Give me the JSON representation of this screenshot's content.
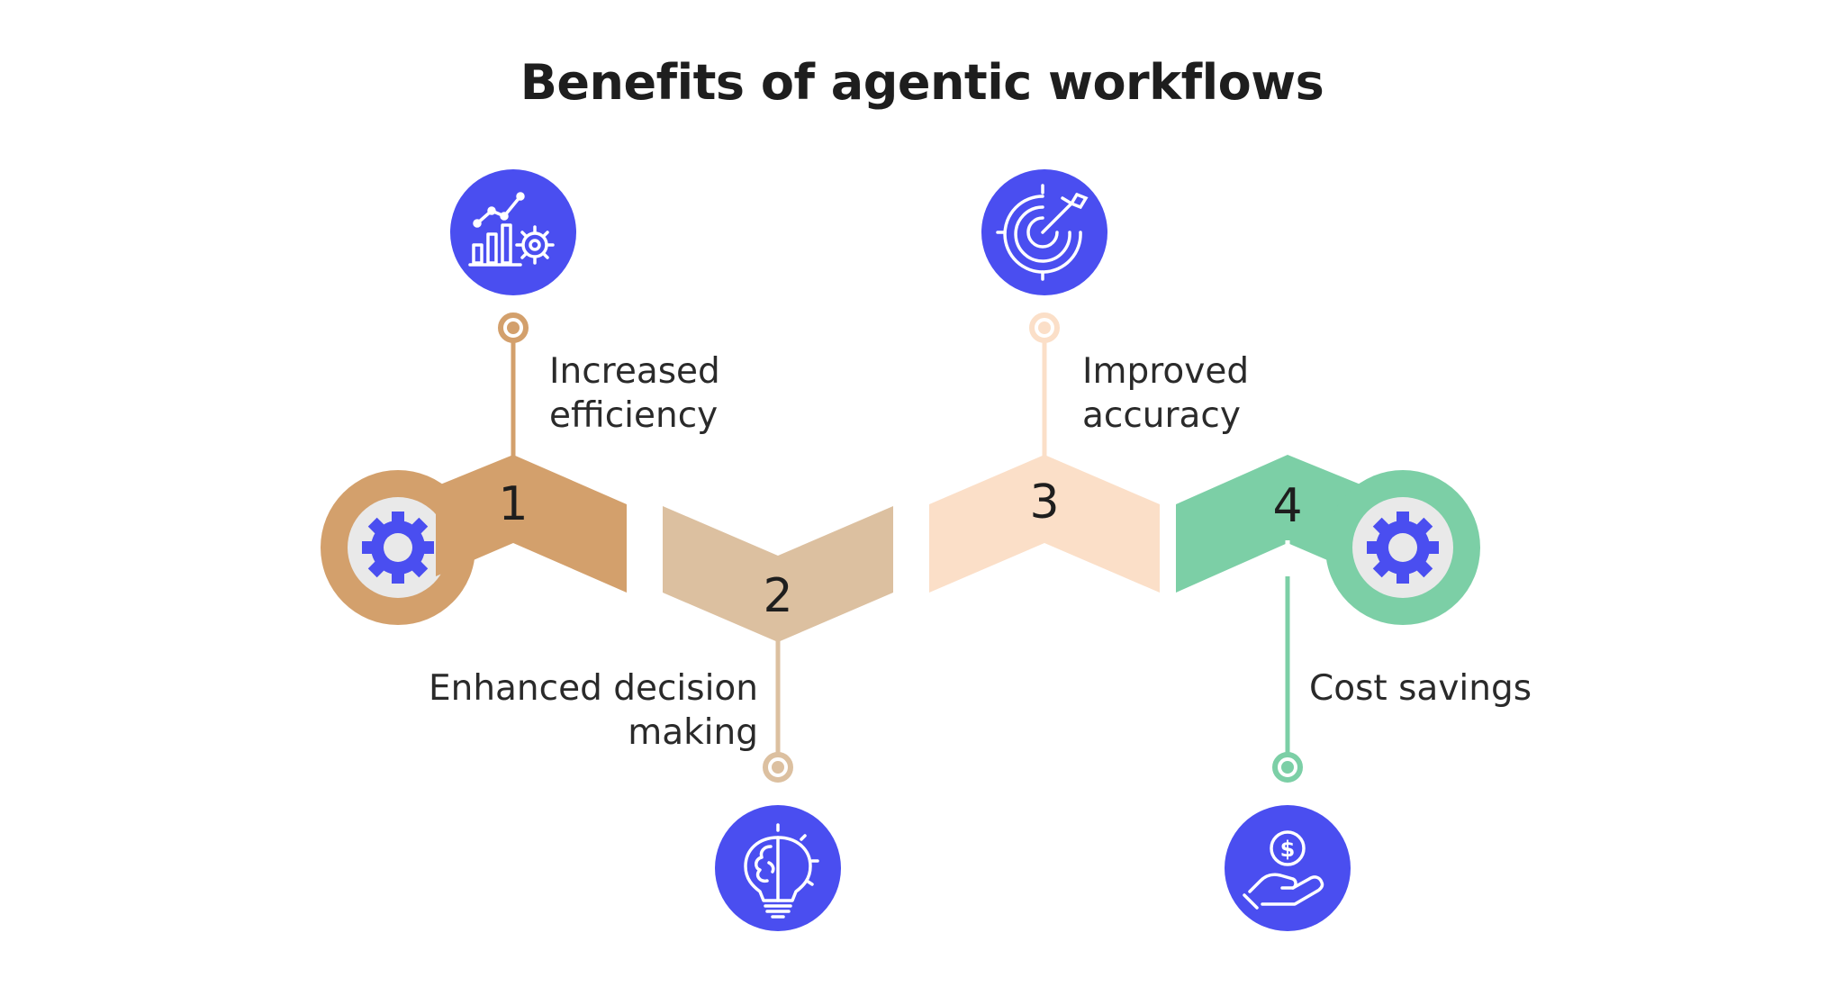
{
  "title": "Benefits of agentic workflows",
  "colors": {
    "step1": "#d3a06c",
    "step2": "#dcc0a0",
    "step3": "#fbdfc8",
    "step4": "#7ccfa6",
    "icon_circle": "#4a4ef0",
    "gear_bg": "#e9e9e9"
  },
  "steps": [
    {
      "number": "1",
      "label_line1": "Increased",
      "label_line2": "efficiency",
      "icon": "chart-gear-icon"
    },
    {
      "number": "2",
      "label_line1": "Enhanced decision",
      "label_line2": "making",
      "icon": "brain-lightbulb-icon"
    },
    {
      "number": "3",
      "label_line1": "Improved",
      "label_line2": "accuracy",
      "icon": "target-arrow-icon"
    },
    {
      "number": "4",
      "label_line1": "Cost savings",
      "label_line2": "",
      "icon": "hand-coin-icon"
    }
  ],
  "end_icons": {
    "left": "gear-icon",
    "right": "gear-icon"
  }
}
